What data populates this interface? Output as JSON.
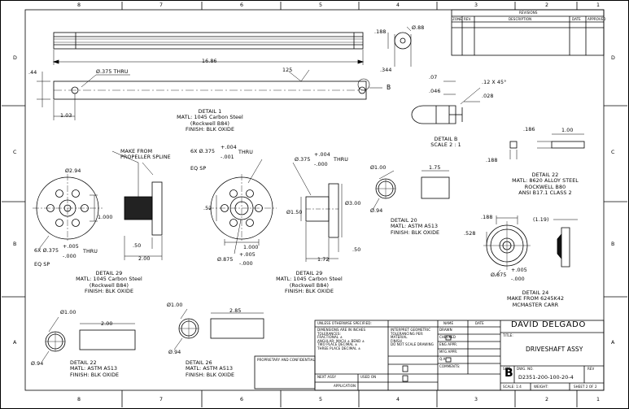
{
  "zone_labels": {
    "top": [
      "8",
      "7",
      "6",
      "5",
      "4",
      "3",
      "2",
      "1"
    ],
    "bottom": [
      "8",
      "7",
      "6",
      "5",
      "4",
      "3",
      "2",
      "1"
    ],
    "side": [
      "D",
      "C",
      "B",
      "A"
    ]
  },
  "revision_table": {
    "title": "REVISIONS",
    "headers": [
      "ZONE",
      "REV.",
      "DESCRIPTION",
      "DATE",
      "APPROVED"
    ]
  },
  "shaft": {
    "length_dim": "16.86",
    "dia_dim": ".44",
    "hole_note": "Ø.375 THRU",
    "end_offset": "1.03",
    "angle_dim": "125",
    "detail_marker": "B",
    "end_dia_top": "Ø.88",
    "end_dim_188": ".188",
    "end_dim_344": ".344"
  },
  "detail1": {
    "lines": [
      "DETAIL 1",
      "MATL: 1045 Carbon Steel",
      "(Rockwell B84)",
      "FINISH: BLK OXIDE"
    ]
  },
  "detailB": {
    "chamfer": ".12 X 45°",
    "dim_07": ".07",
    "dim_046": ".046",
    "dim_028": ".028",
    "lines": [
      "DETAIL B",
      "SCALE 2 : 1"
    ]
  },
  "detail22_key": {
    "dim_186": ".186",
    "dim_100": "1.00",
    "dim_188": ".188",
    "lines": [
      "DETAIL 22",
      "MATL: 8620 ALLOY STEEL",
      "ROCKWELL B80",
      "ANSI B17.1 CLASS 2"
    ]
  },
  "detail29_left": {
    "bc_dia": "Ø2.94",
    "make_from": [
      "MAKE FROM",
      "PROPELLER SPLINE"
    ],
    "height_dim": "1.000",
    "hole_note": "6X Ø.375",
    "tol_plus": "+.005",
    "tol_minus": "-.000",
    "thru": "THRU",
    "eqsp": "EQ SP",
    "dim_50": ".50",
    "dim_200": "2.00",
    "lines": [
      "DETAIL 29",
      "MATL: 1045 Carbon Steel",
      "(Rockwell B84)",
      "FINISH: BLK OXIDE"
    ]
  },
  "detail29_right": {
    "hole_note": "6X Ø.375",
    "tol_plus": "+.004",
    "tol_minus": "-.001",
    "thru": "THRU",
    "eqsp": "EQ SP",
    "center_note": "Ø.375",
    "c_tol_plus": "+.004",
    "c_tol_minus": "-.000",
    "c_thru": "THRU",
    "dim_52": ".52",
    "dim_1000": "1.000",
    "dim_875": "Ø.875",
    "dim_875_plus": "+.005",
    "dim_875_minus": "-.000",
    "dim_150": "Ø1.50",
    "dim_300": "Ø3.00",
    "dim_172": "1.72",
    "dim_50": ".50",
    "lines": [
      "DETAIL 29",
      "MATL: 1045 Carbon Steel",
      "(Rockwell B84)",
      "FINISH: BLK OXIDE"
    ]
  },
  "detail20": {
    "dia": "Ø1.00",
    "dim_175": "1.75",
    "hole": "Ø.94",
    "lines": [
      "DETAIL 20",
      "MATL: ASTM A513",
      "FINISH: BLK OXIDE"
    ]
  },
  "detail24": {
    "dim_188": ".188",
    "dim_119": "(1.19)",
    "dim_528": ".528",
    "dim_875": "Ø.875",
    "tol_plus": "+.005",
    "tol_minus": "-.000",
    "lines": [
      "DETAIL 24",
      "MAKE FROM 6245K42",
      "MCMASTER CARR"
    ]
  },
  "detail22_bottom": {
    "dia": "Ø1.00",
    "len": "2.00",
    "hole": "Ø.94",
    "lines": [
      "DETAIL 22",
      "MATL: ASTM A513",
      "FINISH: BLK OXIDE"
    ]
  },
  "detail26": {
    "dia": "Ø1.00",
    "len": "2.85",
    "hole": "Ø.94",
    "lines": [
      "DETAIL 26",
      "MATL: ASTM A513",
      "FINISH: BLK OXIDE"
    ]
  },
  "title_block": {
    "unless": "UNLESS OTHERWISE SPECIFIED:",
    "name_label": "NAME",
    "date_label": "DATE",
    "company": "DAVID DELGADO",
    "title_label": "TITLE:",
    "title": "DRIVESHAFT ASSY",
    "size_label": "SIZE",
    "size": "B",
    "dwg_label": "DWG.  NO.",
    "dwg_no": "D2351-200-100-20-4",
    "rev_label": "REV",
    "scale": "SCALE: 1:4",
    "weight": "WEIGHT:",
    "sheet": "SHEET 2 OF 2",
    "proprietary_title": "PROPRIETARY AND CONFIDENTIAL",
    "notes_left": [
      "DIMENSIONS ARE IN INCHES",
      "TOLERANCES:",
      "FRACTIONAL ±",
      "ANGULAR: MACH ±  BEND ±",
      "TWO PLACE DECIMAL ±",
      "THREE PLACE DECIMAL ±",
      "INTERPRET GEOMETRIC",
      "TOLERANCING PER:",
      "MATERIAL",
      "FINISH",
      "DO NOT SCALE DRAWING"
    ],
    "roles": [
      "DRAWN",
      "CHECKED",
      "ENG APPR.",
      "MFG APPR.",
      "Q.A.",
      "COMMENTS:"
    ],
    "next_assy": "NEXT ASSY",
    "used_on": "USED ON",
    "application": "APPLICATION"
  }
}
